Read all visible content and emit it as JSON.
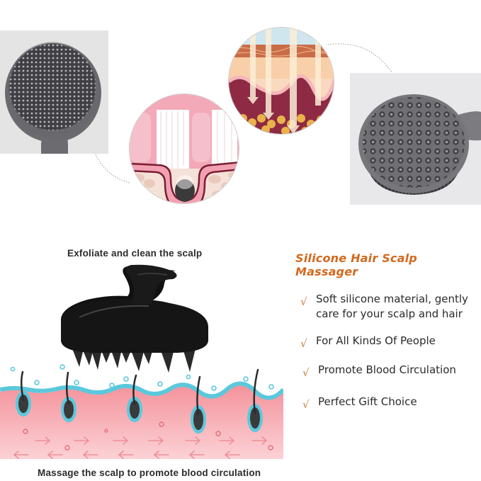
{
  "product": {
    "title": "Silicone Hair Scalp Massager",
    "title_color": "#d2691e",
    "check_icon": "checkmark-icon",
    "check_color": "#c77a3c",
    "features": [
      {
        "lines": [
          "Soft silicone material, gently",
          "care for your scalp and hair"
        ]
      },
      {
        "lines": [
          "For All Kinds Of People"
        ]
      },
      {
        "lines": [
          "Promote Blood Circulation"
        ]
      },
      {
        "lines": [
          "Perfect Gift Choice"
        ]
      }
    ]
  },
  "illustration": {
    "top_caption": "Exfoliate and clean the scalp",
    "bottom_caption": "Massage the scalp to promote blood circulation",
    "colors": {
      "skin_pink": "#f6a2a8",
      "skin_light": "#fbd0d3",
      "water_blue": "#5bc8dc",
      "hair": "#2d2d2d",
      "massager": "#151515",
      "arrow": "#ef8f97"
    }
  },
  "photos": {
    "left_brush": "round-silicone-body-brush-photo",
    "right_brush": "silicone-scrub-brush-photo",
    "circle_follicle": "pore-cleaning-diagram",
    "circle_skin": "skin-layer-penetration-diagram"
  }
}
